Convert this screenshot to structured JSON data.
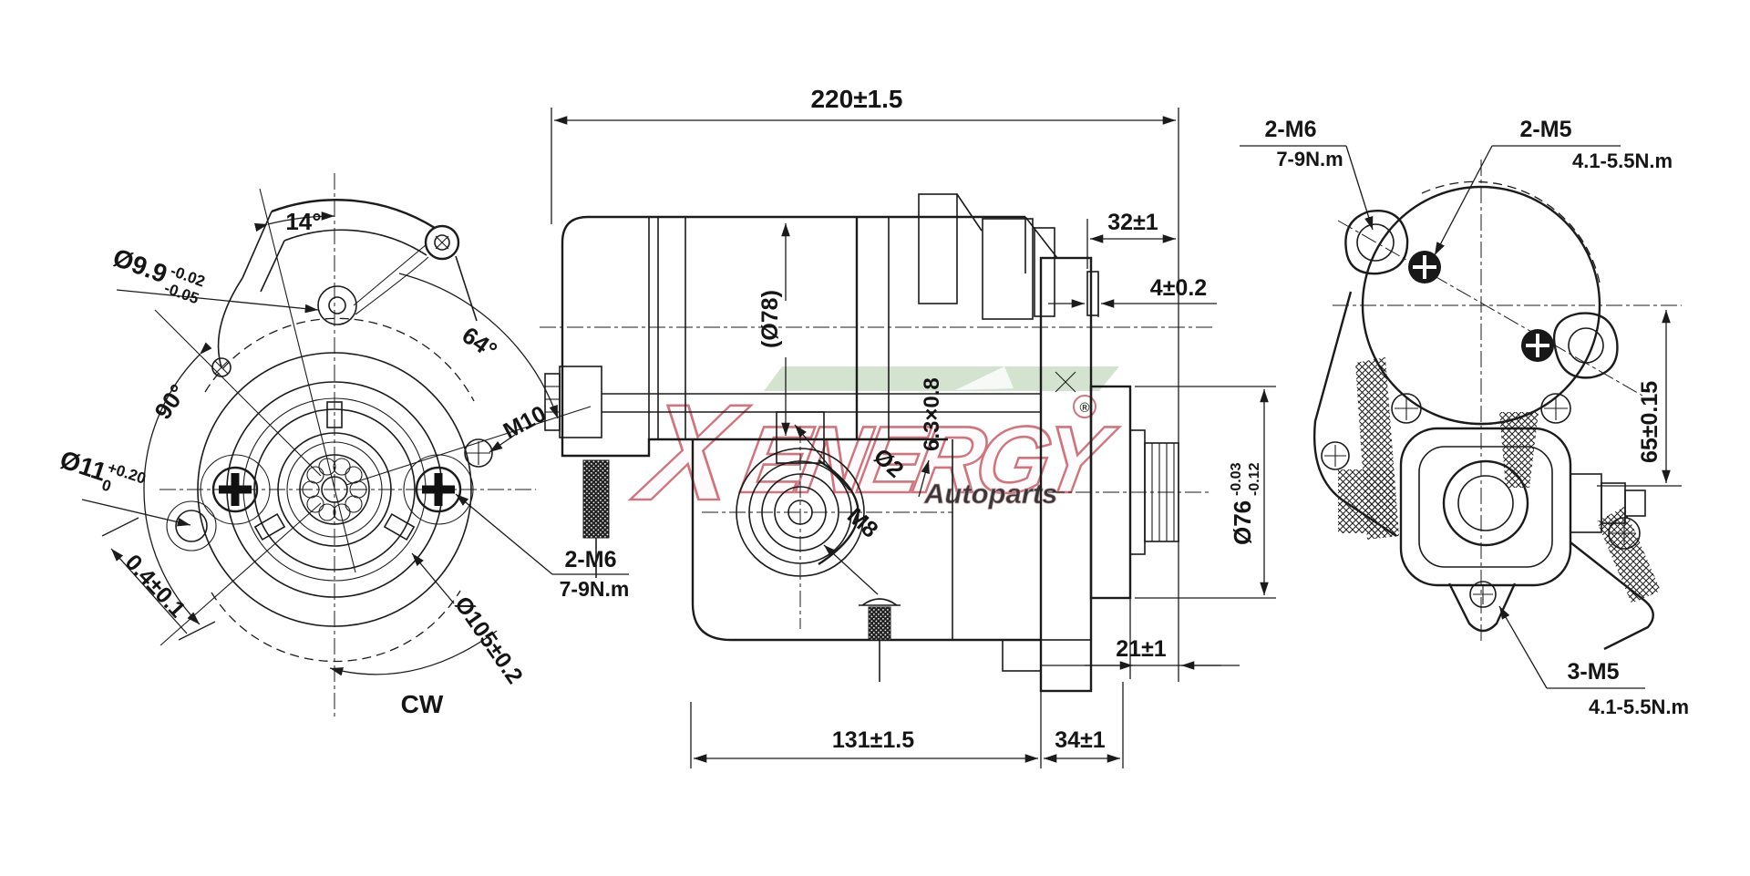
{
  "watermark": {
    "brand": "XENERGY",
    "registered": "®",
    "sub": "Autoparts",
    "red": "#c4606b",
    "green": "#c3d8bd"
  },
  "front": {
    "angle_top": "14°",
    "angle_left": "90°",
    "angle_right": "64°",
    "dia_pivot": "Ø9.9",
    "dia_pivot_tol_upper": "-0.02",
    "dia_pivot_tol_lower": "-0.05",
    "dia_hole": "Ø11",
    "dia_hole_tol_upper": "+0.20",
    "dia_hole_tol_lower": "0",
    "thread_m10": "M10",
    "bolts_2m6": "2-M6",
    "torque_2m6": "7-9N.m",
    "runout": "0.4±0.1",
    "bolt_circle": "Ø105±0.2",
    "rotation": "CW"
  },
  "side": {
    "overall_length": "220±1.5",
    "dia_housing": "(Ø78)",
    "dim_32": "32±1",
    "dim_4": "4±0.2",
    "key_slot": "6.3×0.8",
    "dia_pin": "Ø2",
    "thread_m8": "M8",
    "dia_spigot": "Ø76",
    "dia_spigot_tol_upper": "-0.03",
    "dia_spigot_tol_lower": "-0.12",
    "dim_21": "21±1",
    "dim_131": "131±1.5",
    "dim_34": "34±1"
  },
  "rear": {
    "bolts_2m6": "2-M6",
    "torque_2m6": "7-9N.m",
    "bolts_2m5": "2-M5",
    "torque_2m5": "4.1-5.5N.m",
    "height_65": "65±0.15",
    "bolts_3m5": "3-M5",
    "torque_3m5": "4.1-5.5N.m"
  }
}
